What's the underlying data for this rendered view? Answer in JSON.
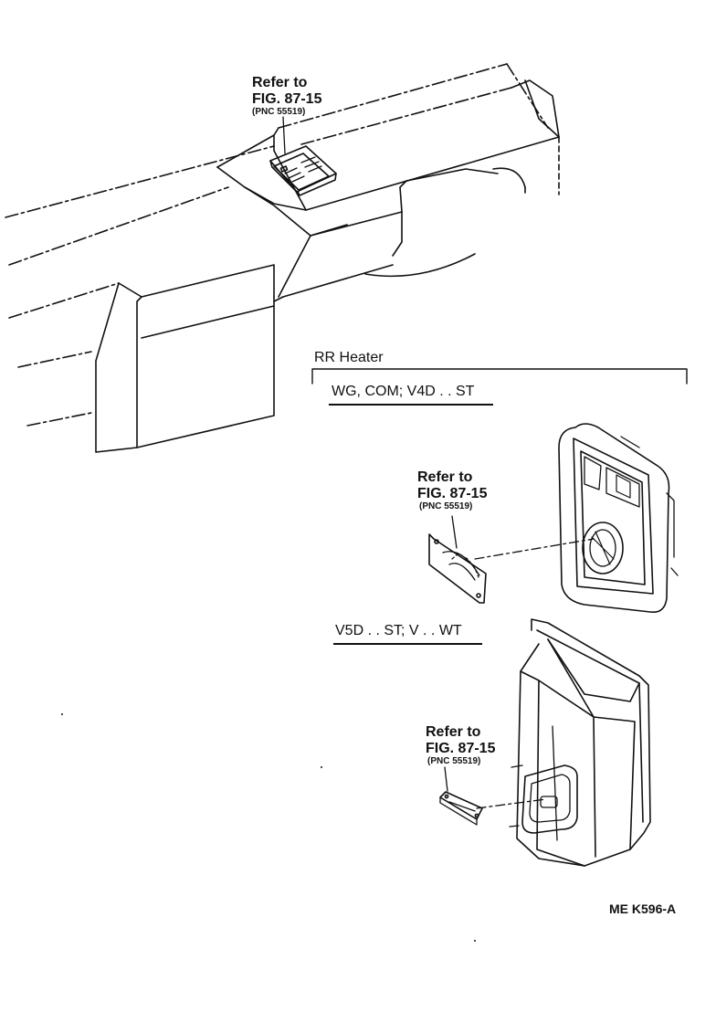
{
  "callouts": [
    {
      "line1": "Refer to",
      "line2": "FIG. 87-15",
      "line3": "(PNC 55519)"
    },
    {
      "line1": "Refer to",
      "line2": "FIG. 87-15",
      "line3": "(PNC 55519)"
    },
    {
      "line1": "Refer to",
      "line2": "FIG. 87-15",
      "line3": "(PNC 55519)"
    }
  ],
  "sections": {
    "rr_heater_title": "RR  Heater",
    "variant_a": "WG, COM; V4D . . ST",
    "variant_b": "V5D . . ST; V . . WT"
  },
  "drawing_code": "ME  K596-A"
}
